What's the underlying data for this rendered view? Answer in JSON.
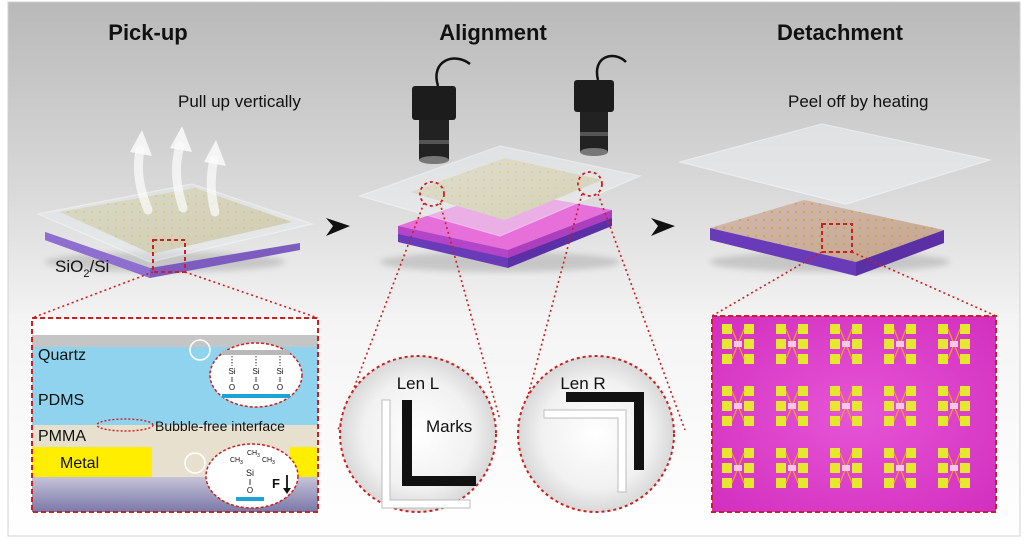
{
  "stages": {
    "pickup": {
      "title": "Pick-up",
      "note": "Pull up vertically",
      "substrate": "SiO",
      "substrate_sub": "2",
      "substrate_tail": "/Si"
    },
    "alignment": {
      "title": "Alignment"
    },
    "detachment": {
      "title": "Detachment",
      "note": "Peel off by heating"
    }
  },
  "cross_section": {
    "layers": {
      "quartz": "Quartz",
      "pdms": "PDMS",
      "pmma": "PMMA",
      "metal": "Metal"
    },
    "interface_label": "Bubble-free interface",
    "force_label": "F",
    "bond_top": {
      "atom": "Si",
      "linker": "O"
    },
    "bond_bottom": {
      "atom": "Si",
      "linker": "O",
      "group": "CH",
      "group_sub": "3"
    }
  },
  "lens_views": {
    "left": {
      "title": "Len L",
      "label": "Marks"
    },
    "right": {
      "title": "Len R"
    }
  },
  "colors": {
    "accent_red": "#cc1f1f",
    "pdms": "#8fd3ef",
    "pmma": "#e8e0cf",
    "metal": "#ffee00",
    "substrate": "#6a3bb8",
    "array_bg": "#e040c8",
    "pad": "#e6e830"
  }
}
